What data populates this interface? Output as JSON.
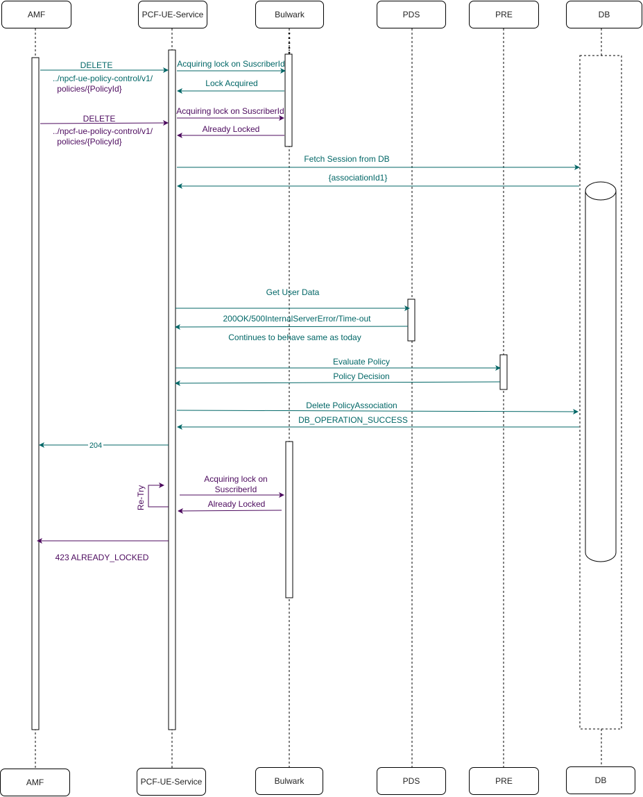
{
  "participants": {
    "amf": "AMF",
    "pcf": "PCF-UE-Service",
    "bulwark": "Bulwark",
    "pds": "PDS",
    "pre": "PRE",
    "db": "DB"
  },
  "messages": {
    "delete1": "DELETE",
    "delete1_path1": "../npcf-ue-policy-control/v1/",
    "delete1_path2": "policies/{PolicyId}",
    "lock_req1": "Acquiring lock on SuscriberId",
    "lock_acquired": "Lock Acquired",
    "delete2": "DELETE",
    "delete2_path1": "../npcf-ue-policy-control/v1/",
    "delete2_path2": "policies/{PolicyId}",
    "lock_req2": "Acquiring lock on SuscriberId",
    "already_locked1": "Already Locked",
    "fetch_session": "Fetch Session  from DB",
    "association_id": "{associationId1}",
    "get_user_data": "Get User Data",
    "pds_response": "200OK/500InternalServerError/Time-out",
    "continues": "Continues to behave same as today",
    "evaluate_policy": "Evaluate Policy",
    "policy_decision": "Policy Decision",
    "delete_policy_assoc": "Delete PolicyAssociation",
    "db_success": "DB_OPERATION_SUCCESS",
    "resp_204": "204",
    "retry": "Re-Try",
    "lock_req3_line1": "Acquiring lock on",
    "lock_req3_line2": "SuscriberId",
    "already_locked2": "Already Locked",
    "resp_423": "423 ALREADY_LOCKED"
  },
  "colors": {
    "teal": "#006666",
    "purple": "#4c0a5e",
    "line": "#000000"
  }
}
